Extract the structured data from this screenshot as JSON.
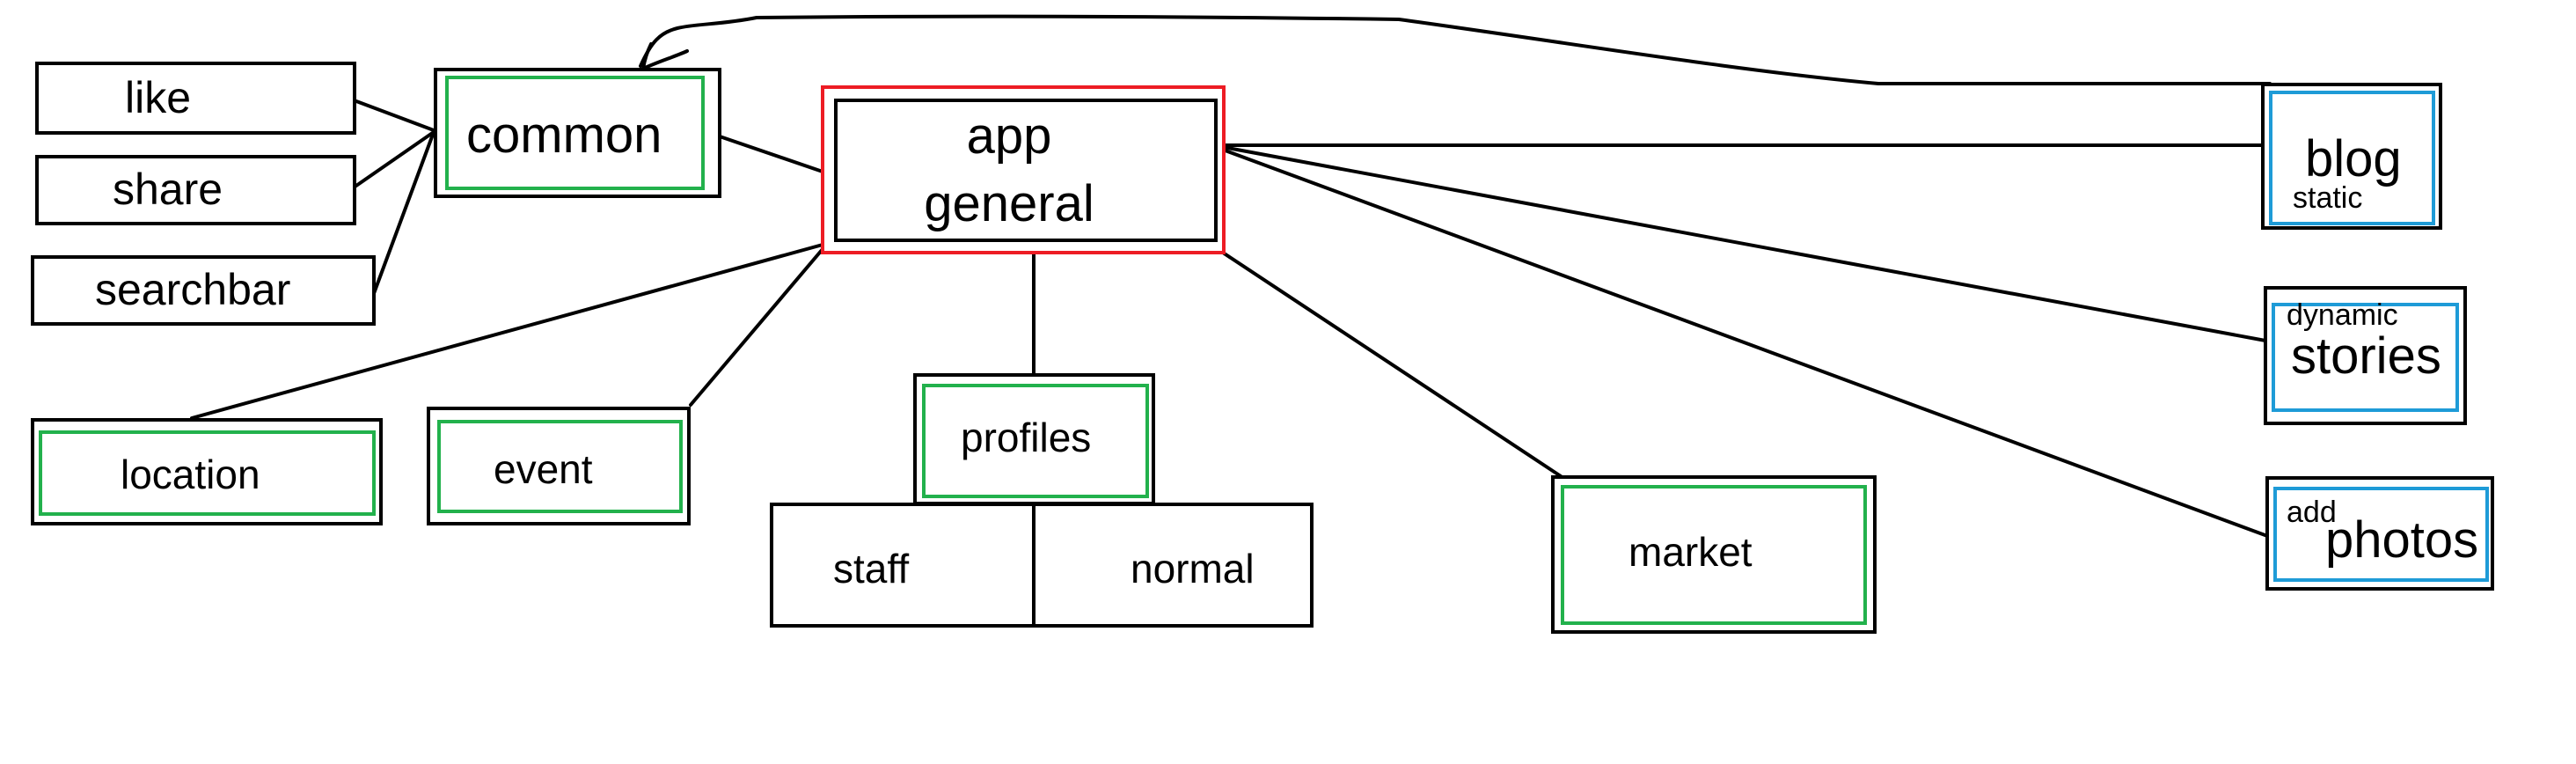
{
  "colors": {
    "stroke": "#000000",
    "green": "#22b14c",
    "red": "#ed1c24",
    "blue": "#1e9bd7",
    "background": "#ffffff"
  },
  "nodes": {
    "like": "like",
    "share": "share",
    "searchbar": "searchbar",
    "common": "common",
    "app_general": [
      "app",
      "general"
    ],
    "blog": "blog",
    "blog_sub": "static",
    "stories": "stories",
    "stories_sub": "dynamic",
    "photos": "photos",
    "photos_sub": "add",
    "location": "location",
    "event": "event",
    "profiles": "profiles",
    "staff": "staff",
    "normal": "normal",
    "market": "market"
  },
  "edges": [
    [
      "like",
      "common"
    ],
    [
      "share",
      "common"
    ],
    [
      "searchbar",
      "common"
    ],
    [
      "common",
      "app_general"
    ],
    [
      "app_general",
      "blog"
    ],
    [
      "app_general",
      "stories"
    ],
    [
      "app_general",
      "photos"
    ],
    [
      "app_general",
      "location"
    ],
    [
      "app_general",
      "event"
    ],
    [
      "app_general",
      "profiles"
    ],
    [
      "app_general",
      "market"
    ],
    [
      "blog",
      "common"
    ]
  ]
}
